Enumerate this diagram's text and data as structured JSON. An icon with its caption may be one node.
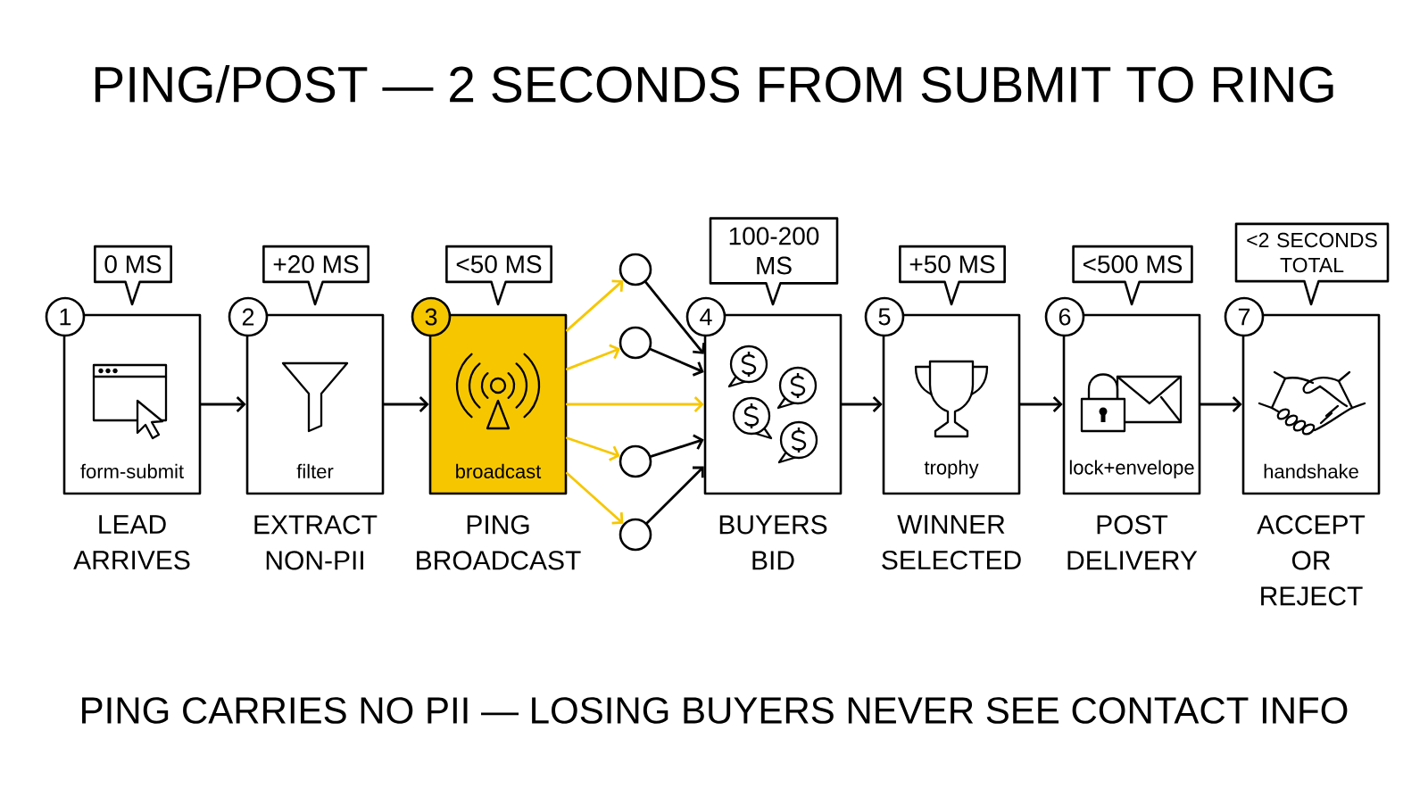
{
  "diagram": {
    "title": "PING/POST — 2 SECONDS FROM SUBMIT TO RING",
    "caption": "PING CARRIES NO PII — LOSING BUYERS NEVER SEE CONTACT INFO",
    "nodes": [
      {
        "text": [
          "0 MS"
        ]
      },
      {
        "text": [
          "1"
        ]
      },
      {
        "text": [
          "form-submit"
        ],
        "beside": [
          "LEAD ARRIVES"
        ]
      },
      {
        "text": [
          "+20 MS"
        ]
      },
      {
        "text": [
          "2"
        ]
      },
      {
        "text": [
          "filter"
        ],
        "beside": [
          "EXTRACT NON-PII"
        ]
      },
      {
        "text": [
          "<50 MS"
        ]
      },
      {
        "text": [
          "3"
        ]
      },
      {
        "text": [
          "broadcast"
        ],
        "beside": [
          "PING BROADCAST"
        ]
      },
      {
        "text": [],
        "shape": "circle"
      },
      {
        "text": [],
        "shape": "circle"
      },
      {
        "text": [],
        "shape": "circle"
      },
      {
        "text": [],
        "shape": "circle"
      },
      {
        "text": [
          "100-200 MS"
        ]
      },
      {
        "text": [
          "4"
        ]
      },
      {
        "text": [],
        "shape": "box",
        "beside": [
          "BUYERS BID"
        ]
      },
      {
        "text": [
          "+50 MS"
        ]
      },
      {
        "text": [
          "5"
        ]
      },
      {
        "text": [
          "trophy"
        ],
        "beside": [
          "WINNER SELECTED"
        ]
      },
      {
        "text": [
          "<500 MS"
        ]
      },
      {
        "text": [
          "6"
        ]
      },
      {
        "text": [
          "lock+envelope"
        ],
        "beside": [
          "POST DELIVERY"
        ]
      },
      {
        "text": [
          "<2 SECONDS TOTAL"
        ]
      },
      {
        "text": [
          "7"
        ]
      },
      {
        "text": [
          "handshake"
        ],
        "beside": [
          "ACCEPT OR REJECT"
        ]
      }
    ],
    "edges": [
      {
        "from": 2,
        "to": 5,
        "arrow": "to"
      },
      {
        "from": 5,
        "to": 8,
        "arrow": "to"
      },
      {
        "from": 8,
        "to": 9,
        "arrow": "to",
        "color": "#f6c700"
      },
      {
        "from": 8,
        "to": 10,
        "arrow": "to",
        "color": "#f6c700"
      },
      {
        "from": 8,
        "to": 15,
        "arrow": "to",
        "color": "#f6c700"
      },
      {
        "from": 8,
        "to": 11,
        "arrow": "to",
        "color": "#f6c700"
      },
      {
        "from": 8,
        "to": 12,
        "arrow": "to",
        "color": "#f6c700"
      },
      {
        "from": 9,
        "to": 15,
        "arrow": "to"
      },
      {
        "from": 10,
        "to": 15,
        "arrow": "to"
      },
      {
        "from": 11,
        "to": 15,
        "arrow": "to"
      },
      {
        "from": 12,
        "to": 15,
        "arrow": "to"
      },
      {
        "from": 15,
        "to": 18,
        "arrow": "to"
      },
      {
        "from": 18,
        "to": 21,
        "arrow": "to"
      },
      {
        "from": 21,
        "to": 24,
        "arrow": "to"
      }
    ]
  }
}
